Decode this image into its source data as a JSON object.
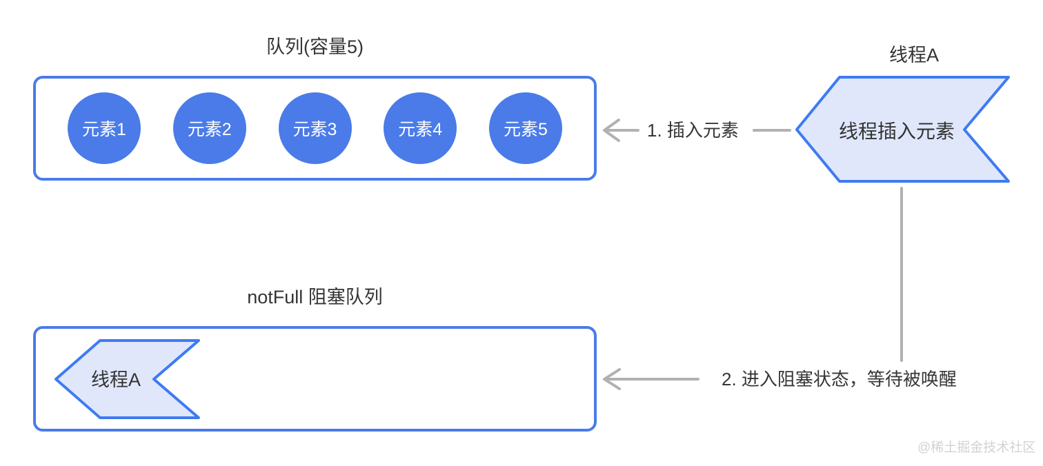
{
  "colors": {
    "primary_blue": "#4a7be8",
    "chevron_border_blue": "#3e7bf2",
    "chevron_fill_light": "#e0e7fb",
    "arrow_gray": "#b1b1b1",
    "text_dark": "#363636",
    "watermark_gray": "#d2d2d2",
    "background": "#ffffff"
  },
  "queue": {
    "title": "队列(容量5)",
    "elements": [
      "元素1",
      "元素2",
      "元素3",
      "元素4",
      "元素5"
    ]
  },
  "thread_top": {
    "title": "线程A",
    "label": "线程插入元素"
  },
  "blocking_queue": {
    "title": "notFull 阻塞队列",
    "thread_label": "线程A"
  },
  "annotations": {
    "step1": "1. 插入元素",
    "step2": "2. 进入阻塞状态，等待被唤醒"
  },
  "watermark": "@稀土掘金技术社区"
}
